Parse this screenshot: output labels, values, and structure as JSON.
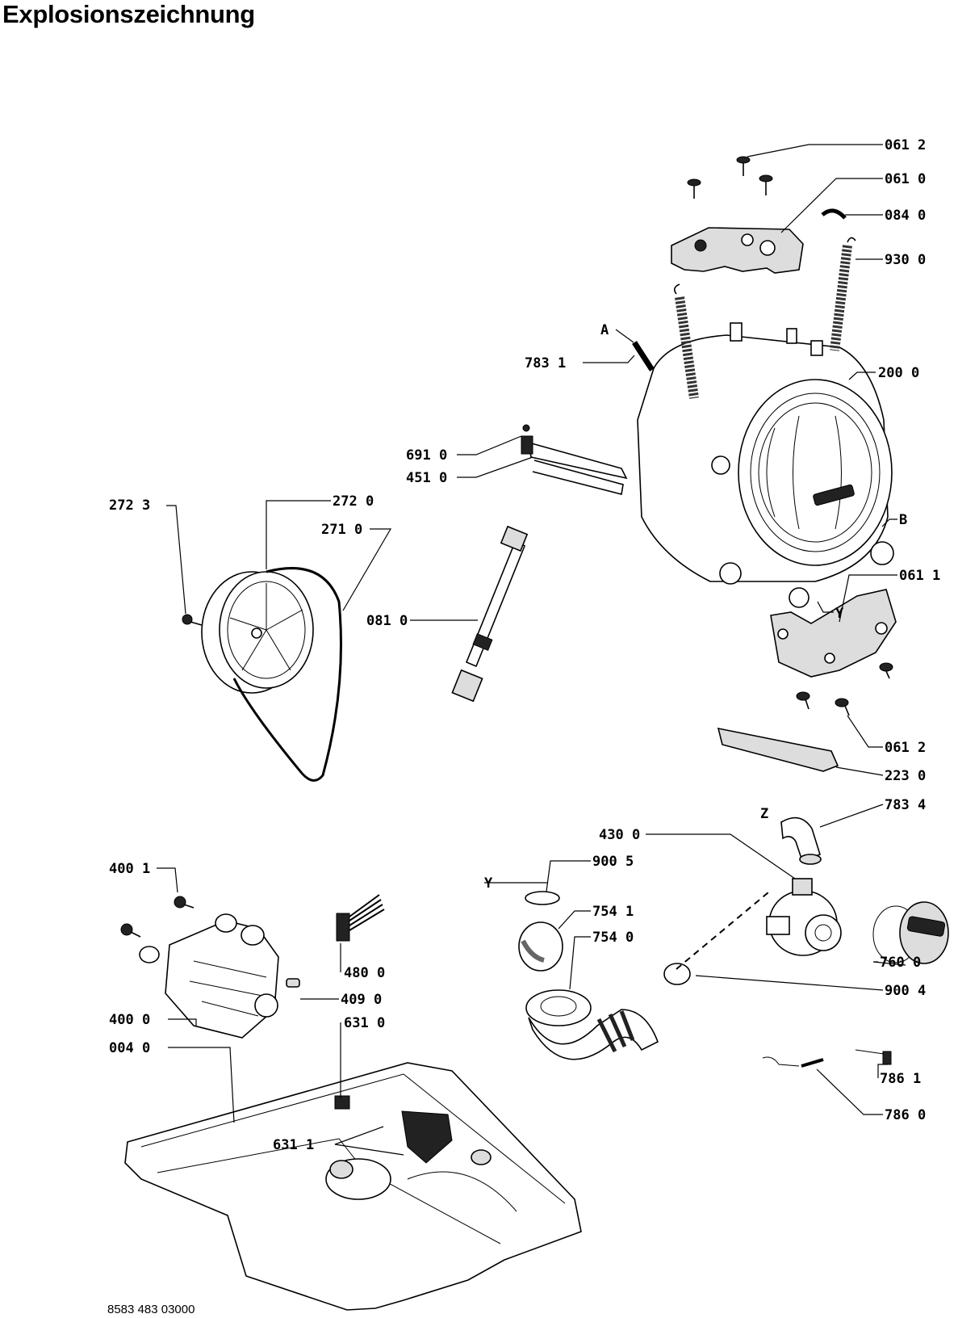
{
  "title": "Explosionszeichnung",
  "document_number": "8583 483 03000",
  "labels": {
    "p061_2_top": "061 2",
    "p061_0": "061 0",
    "p084_0": "084 0",
    "p930_0": "930 0",
    "pA": "A",
    "p783_1": "783 1",
    "p200_0": "200 0",
    "p691_0": "691 0",
    "p451_0": "451 0",
    "p272_3": "272 3",
    "p272_0": "272 0",
    "p271_0": "271 0",
    "pB": "B",
    "p061_1": "061 1",
    "pY_drum": "Y",
    "p081_0": "081 0",
    "p061_2_bottom": "061 2",
    "p223_0": "223 0",
    "pZ": "Z",
    "p783_4": "783 4",
    "p430_0": "430 0",
    "p400_1": "400 1",
    "p900_5": "900 5",
    "pY_hose": "Y",
    "p754_1": "754 1",
    "p754_0": "754 0",
    "p480_0": "480 0",
    "p409_0": "409 0",
    "p760_0": "760 0",
    "p400_0": "400 0",
    "p631_0": "631 0",
    "p900_4": "900 4",
    "p004_0": "004 0",
    "p786_1": "786 1",
    "p786_0": "786 0",
    "p631_1": "631 1"
  }
}
